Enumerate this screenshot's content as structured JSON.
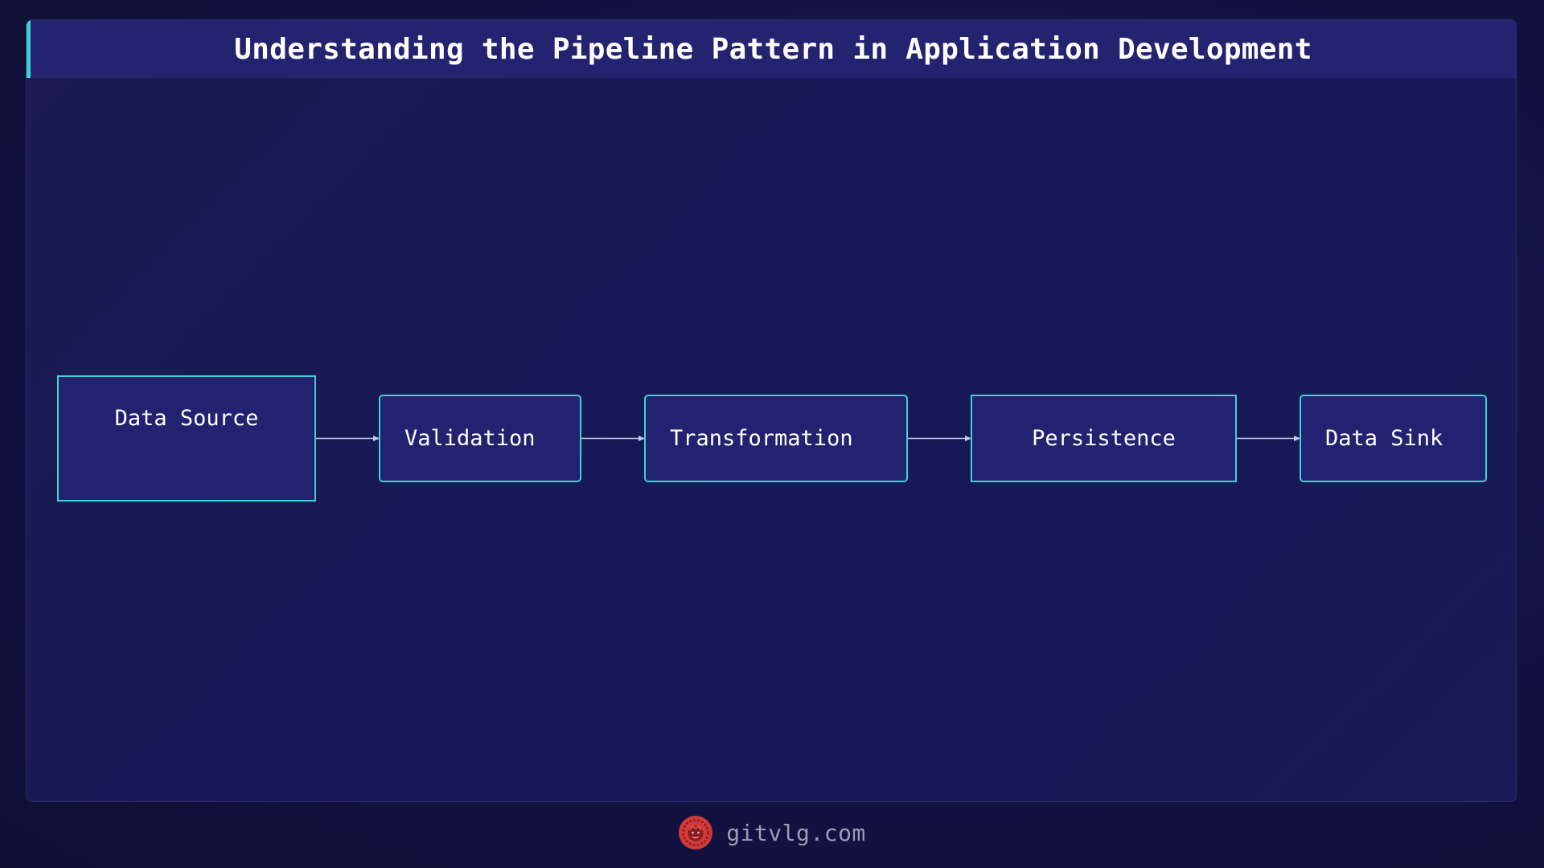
{
  "title": "Understanding the Pipeline Pattern in Application Development",
  "nodes": [
    {
      "id": "source",
      "label": "Data Source"
    },
    {
      "id": "validation",
      "label": "Validation"
    },
    {
      "id": "transformation",
      "label": "Transformation"
    },
    {
      "id": "persistence",
      "label": "Persistence"
    },
    {
      "id": "sink",
      "label": "Data Sink"
    }
  ],
  "edges": [
    {
      "from": "Data Source",
      "to": "Validation"
    },
    {
      "from": "Validation",
      "to": "Transformation"
    },
    {
      "from": "Transformation",
      "to": "Persistence"
    },
    {
      "from": "Persistence",
      "to": "Data Sink"
    }
  ],
  "footer": {
    "site": "gitvlg.com",
    "logo_icon": "lion-logo-icon"
  },
  "colors": {
    "background": "#141449",
    "node_fill": "#222270",
    "node_border": "#3ed1d1",
    "title_bar": "#23236f",
    "accent": "#3ed1d1",
    "logo": "#d23a3a"
  }
}
